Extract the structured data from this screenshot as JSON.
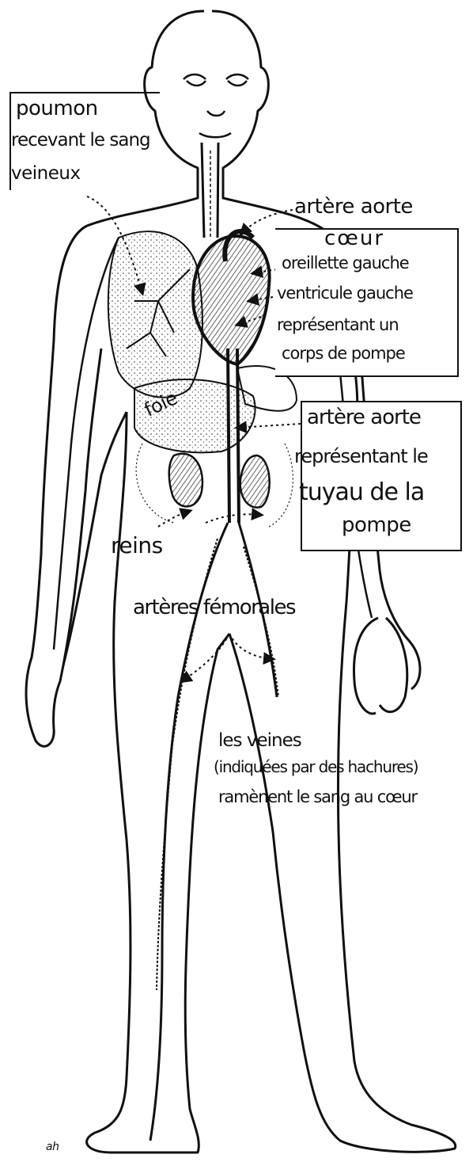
{
  "labels": {
    "poumon_line1": "poumon",
    "poumon_line2": "recevant le sang",
    "poumon_line3": "veineux",
    "artere_aorte_top": "artère aorte",
    "coeur_title": "cœur",
    "coeur_line1": "oreillette gauche",
    "coeur_line2": "ventricule gauche",
    "coeur_line3": "représentant un",
    "coeur_line4": "corps de pompe",
    "foie": "foie",
    "aorte_box_line1": "artère aorte",
    "aorte_box_line2": "représentant le",
    "aorte_box_line3": "tuyau de la",
    "aorte_box_line4": "pompe",
    "reins": "reins",
    "arteres_femorales": "artères fémorales",
    "veines_line1": "les veines",
    "veines_line2": "(indiquées par des hachures)",
    "veines_line3": "ramènent le sang au cœur",
    "signature": "ah"
  },
  "colors": {
    "ink": "#111111",
    "paper": "#ffffff",
    "shade": "#d8d8d8"
  }
}
